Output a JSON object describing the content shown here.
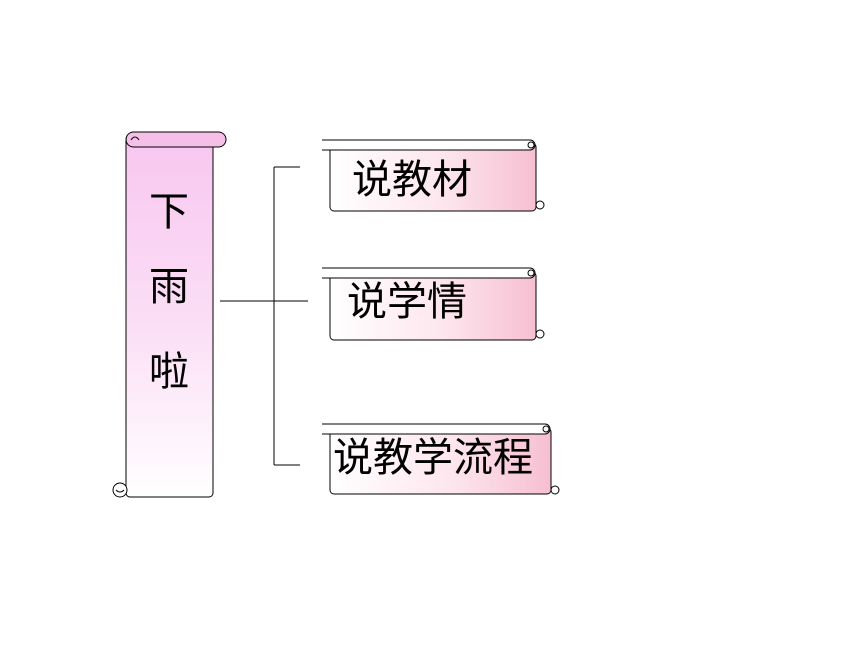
{
  "main_scroll": {
    "title_chars": [
      "下",
      "雨",
      "啦"
    ]
  },
  "branches": [
    {
      "label": "说教材"
    },
    {
      "label": "说学情"
    },
    {
      "label": "说教学流程"
    }
  ],
  "colors": {
    "scroll_pink": "#f8c8ec",
    "banner_pink": "#f6c4d4",
    "line": "#000000"
  }
}
